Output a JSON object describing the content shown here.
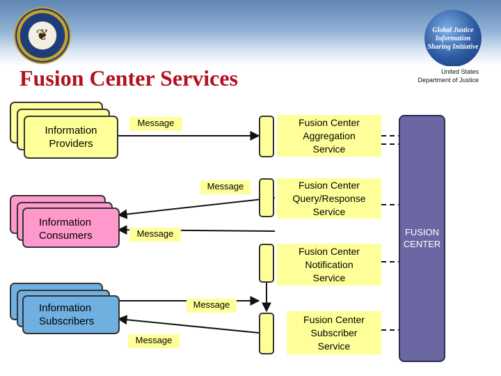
{
  "header": {
    "logo_right_text": [
      "Global Justice",
      "Information",
      "Sharing Initiative"
    ],
    "seal_icon": "doj-seal-icon",
    "title": "Fusion Center Services",
    "org_line1": "United States",
    "org_line2": "Department of Justice"
  },
  "actors": {
    "providers": [
      "Information",
      "Providers"
    ],
    "consumers": [
      "Information",
      "Consumers"
    ],
    "subscribers": [
      "Information",
      "Subscribers"
    ]
  },
  "messages": {
    "m1": "Message",
    "m2": "Message",
    "m3": "Message",
    "m4": "Message",
    "m5": "Message"
  },
  "services": {
    "aggregation": [
      "Fusion Center",
      "Aggregation",
      "Service"
    ],
    "query": [
      "Fusion Center",
      "Query/Response",
      "Service"
    ],
    "notification": [
      "Fusion Center",
      "Notification",
      "Service"
    ],
    "subscriber": [
      "Fusion Center",
      "Subscriber",
      "Service"
    ]
  },
  "fusion_center": [
    "FUSION",
    "CENTER"
  ],
  "colors": {
    "title": "#b01220",
    "providers": "#ffff9a",
    "consumers": "#ff99cc",
    "subscribers": "#6fb0e0",
    "fusion_center": "#6a67a3"
  }
}
